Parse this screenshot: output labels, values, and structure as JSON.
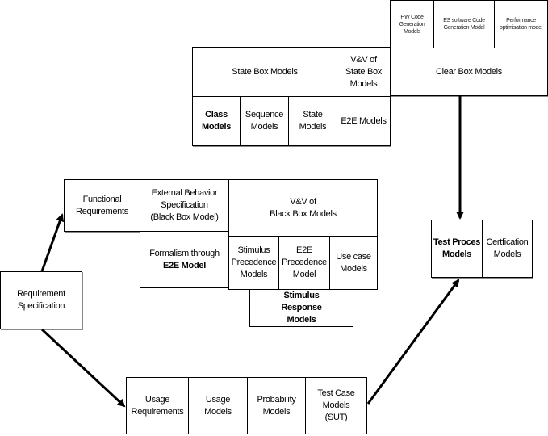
{
  "top_row": {
    "hw_code": "HW Code\nGeneration\nModels",
    "es_software": "ES software Code\nGeneration Model",
    "performance": "Performance\noptimisation model"
  },
  "state_box": {
    "header": "State Box Models",
    "vv": "V&V of\nState Box\nModels",
    "class": "Class\nModels",
    "sequence": "Sequence\nModels",
    "state": "State\nModels",
    "e2e": "E2E Models"
  },
  "clear_box": {
    "label": "Clear Box Models"
  },
  "black_box": {
    "functional": "Functional\nRequirements",
    "external": "External Behavior\nSpecification\n(Black Box Model)",
    "formalism_line1": "Formalism through",
    "formalism_line2": "E2E Model",
    "vv": "V&V of\nBlack Box Models",
    "stimulus_precedence": "Stimulus\nPrecedence\nModels",
    "e2e_precedence": "E2E\nPrecedence\nModel",
    "use_case": "Use case\nModels",
    "stimulus_response": "Stimulus\nResponse\nModels"
  },
  "requirement": {
    "label": "Requirement\nSpecification"
  },
  "usage_row": {
    "usage_requirements": "Usage\nRequirements",
    "usage_models": "Usage\nModels",
    "probability": "Probability\nModels",
    "test_case": "Test Case\nModels\n(SUT)"
  },
  "test_process": {
    "test_proces": "Test Proces\nModels",
    "certification": "Certfication\nModels"
  }
}
